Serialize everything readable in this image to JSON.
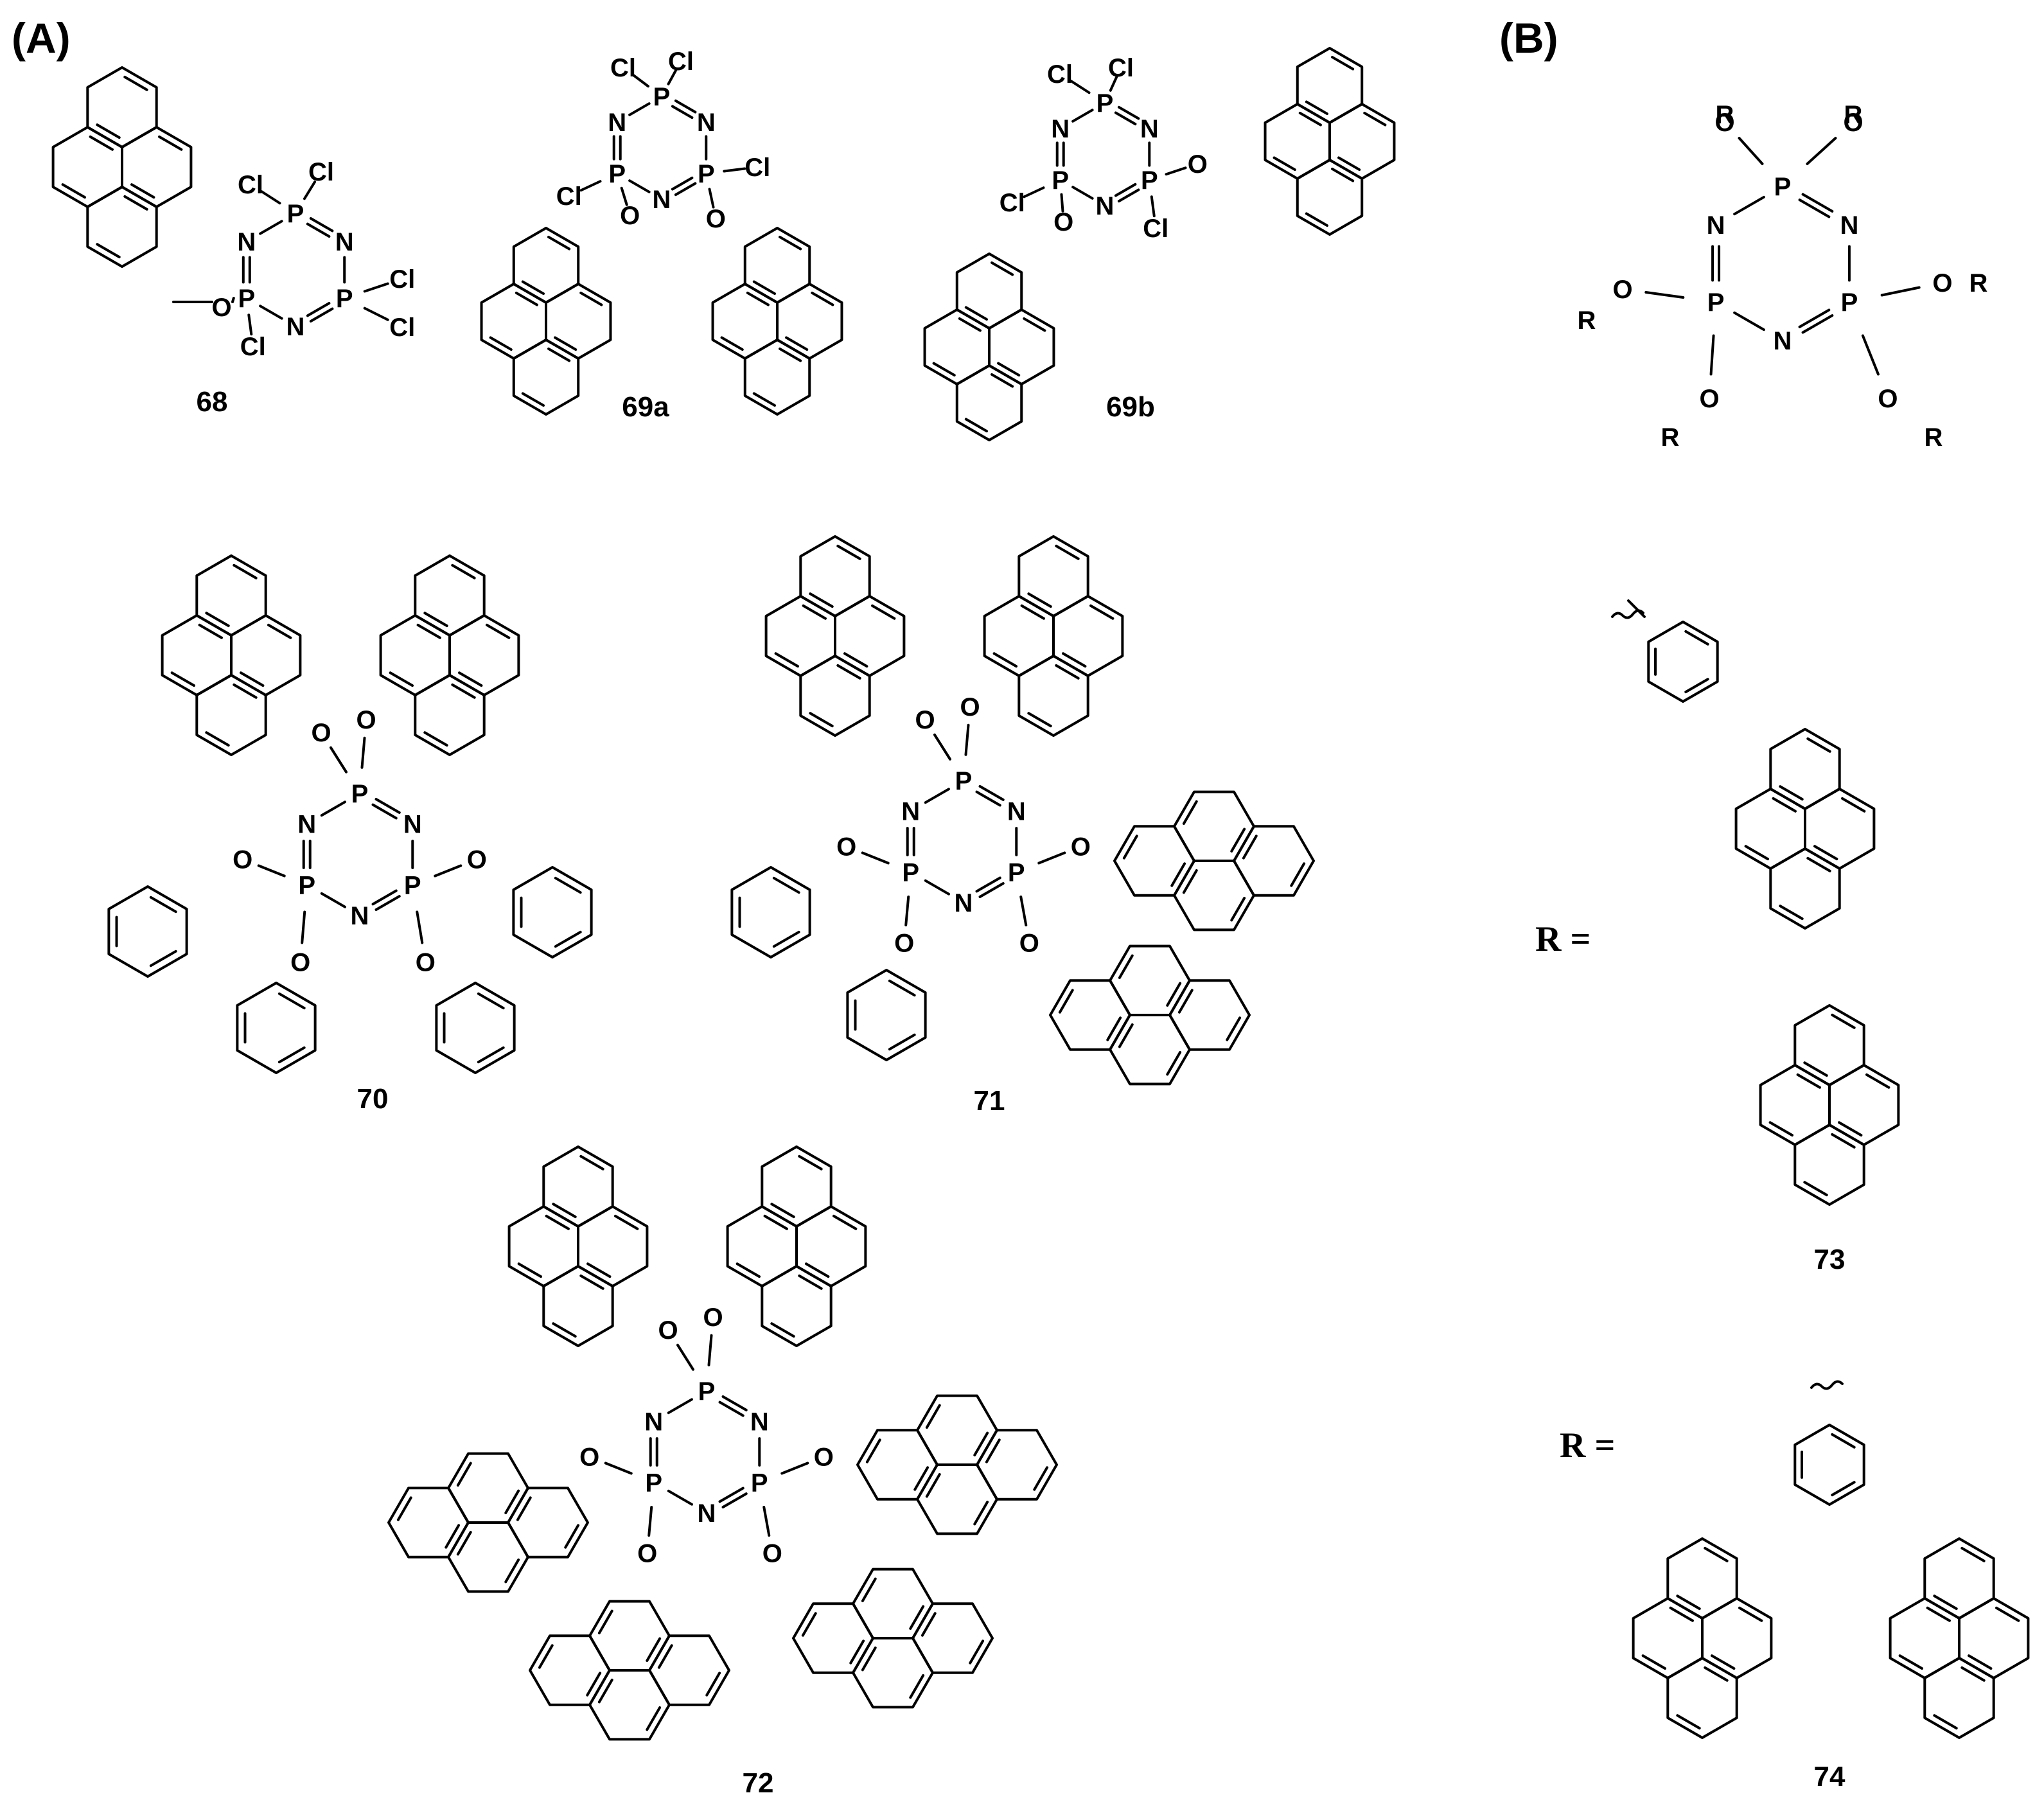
{
  "panels": {
    "a": "(A)",
    "b": "(B)"
  },
  "compounds": {
    "c68": "68",
    "c69a": "69a",
    "c69b": "69b",
    "c70": "70",
    "c71": "71",
    "c72": "72",
    "c73": "73",
    "c74": "74"
  },
  "r_equals": "R =",
  "atoms": {
    "P": "P",
    "N": "N",
    "O": "O",
    "Cl": "Cl",
    "R": "R"
  }
}
